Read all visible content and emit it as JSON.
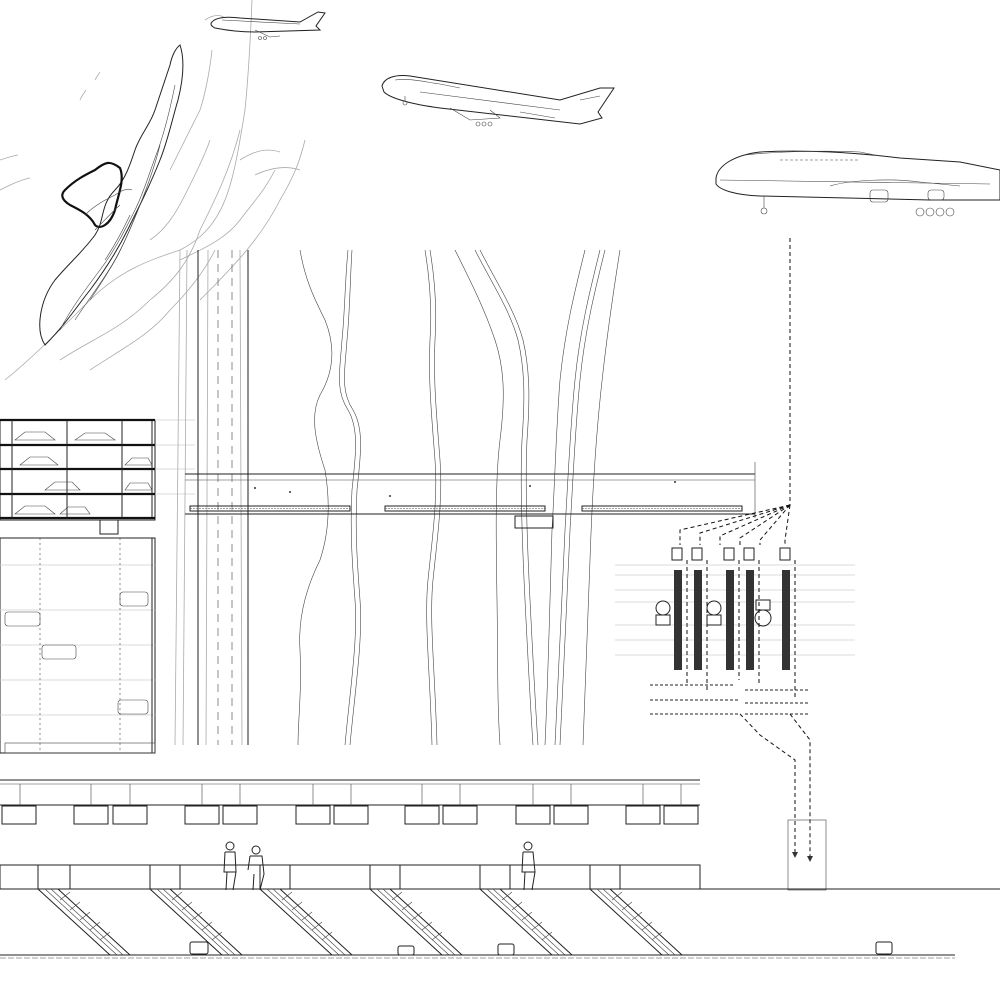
{
  "drawing": {
    "aircraft": [
      {
        "kind": "airliner-takeoff-small"
      },
      {
        "kind": "airliner-takeoff-large"
      },
      {
        "kind": "airliner-ground"
      }
    ],
    "sections": [
      {
        "kind": "terrain-contour-map"
      },
      {
        "kind": "multi-level-parking-structure"
      },
      {
        "kind": "roadway-lanes"
      },
      {
        "kind": "river-channels"
      },
      {
        "kind": "elevated-deck"
      },
      {
        "kind": "baggage-handling-system"
      },
      {
        "kind": "platform-level-with-figures"
      },
      {
        "kind": "escalator-ramps"
      }
    ],
    "figures_count_visible": 3,
    "palette": {
      "line": "#222222",
      "grey": "#aaaaaa",
      "background": "#ffffff"
    }
  }
}
